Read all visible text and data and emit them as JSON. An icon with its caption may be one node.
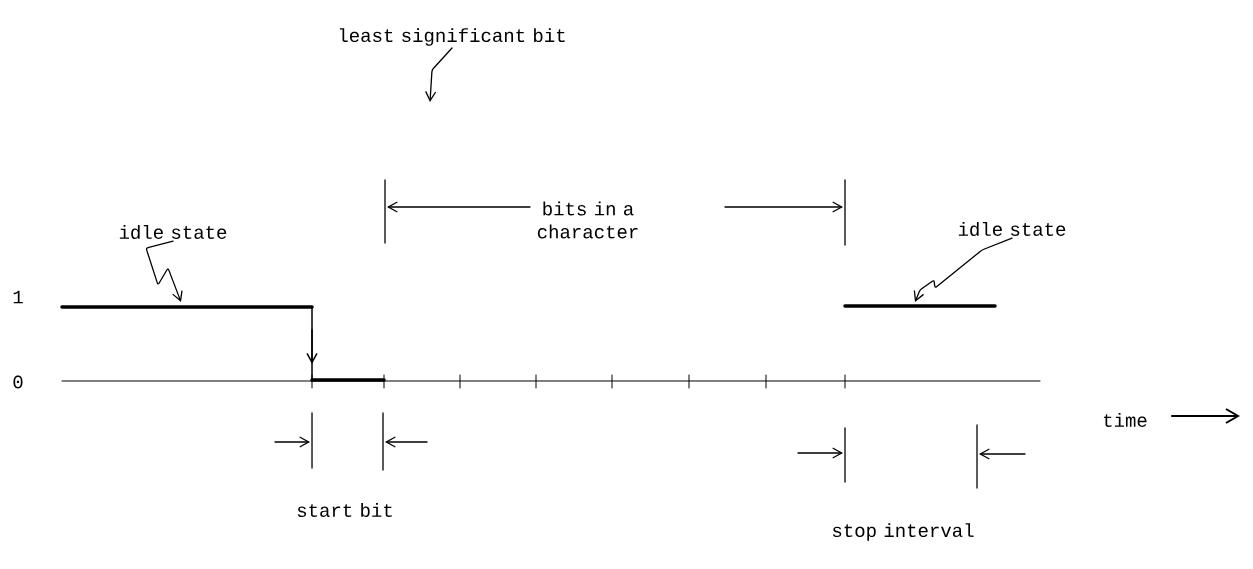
{
  "diagram": {
    "nodes": [
      {
        "text": [
          "least significant bit"
        ]
      },
      {
        "text": [
          "idle state"
        ]
      },
      {
        "text": [
          "idle state"
        ]
      },
      {
        "text": [
          "bits in a character"
        ]
      },
      {
        "text": [
          "start bit"
        ]
      },
      {
        "text": [
          "stop interval"
        ]
      },
      {
        "text": [
          "time"
        ]
      }
    ],
    "edges": [
      {
        "from": 0,
        "to": null,
        "arrow": "to"
      },
      {
        "from": 1,
        "to": null,
        "arrow": "to"
      },
      {
        "from": 2,
        "to": null,
        "arrow": "to"
      }
    ],
    "labels": [
      "1",
      "0"
    ]
  }
}
